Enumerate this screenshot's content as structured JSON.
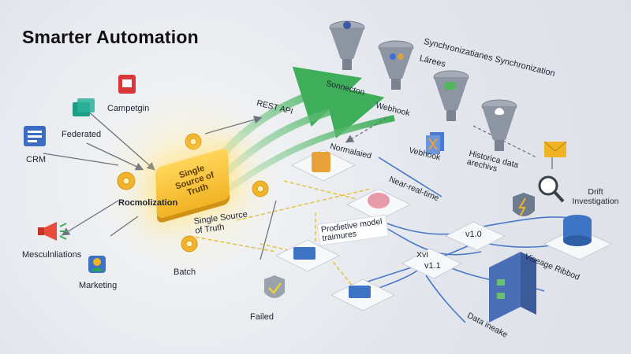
{
  "title": "Smarter Automation",
  "labels": {
    "campaign": "Campetgin",
    "federated": "Federated",
    "crm": "CRM",
    "rest_api": "REST API",
    "rocmolization": "Rocmolization",
    "mesculations": "Mesculnliations",
    "marketing": "Marketing",
    "batch": "Batch",
    "failed": "Failed",
    "single_source_box": "Single Source of Truth",
    "single_source_label": "Single Source of Truth",
    "sonnecton": "Sonnecton",
    "webhook1": "Webhook",
    "vebhook": "Vebhook",
    "normalized": "Normalaied",
    "near_real_time": "Near-real-time",
    "predictive": "Prodietive model traimures",
    "sync_lanes": "Synchronizatianes Synchronization Lárees",
    "historical": "Historica data arechivs",
    "drift": "Drift Investigation",
    "v10": "v1.0",
    "v11": "v1.1",
    "xml": "XvI",
    "viseage": "Viseage Ribbod",
    "data_intake": "Data ineake"
  },
  "colors": {
    "accent_gold": "#f3b52a",
    "flow_green": "#4cb96a",
    "flow_blue": "#4a78c8",
    "flow_yellow": "#e9c23a",
    "funnel": "#8d95a3"
  },
  "icons": [
    "campaign-icon",
    "federated-icon",
    "crm-icon",
    "megaphone-icon",
    "marketing-icon",
    "gear-icon",
    "shield-check-icon",
    "funnel-icon",
    "mail-icon",
    "magnifier-icon",
    "database-icon",
    "lightning-shield-icon",
    "brain-icon",
    "server-icon"
  ]
}
